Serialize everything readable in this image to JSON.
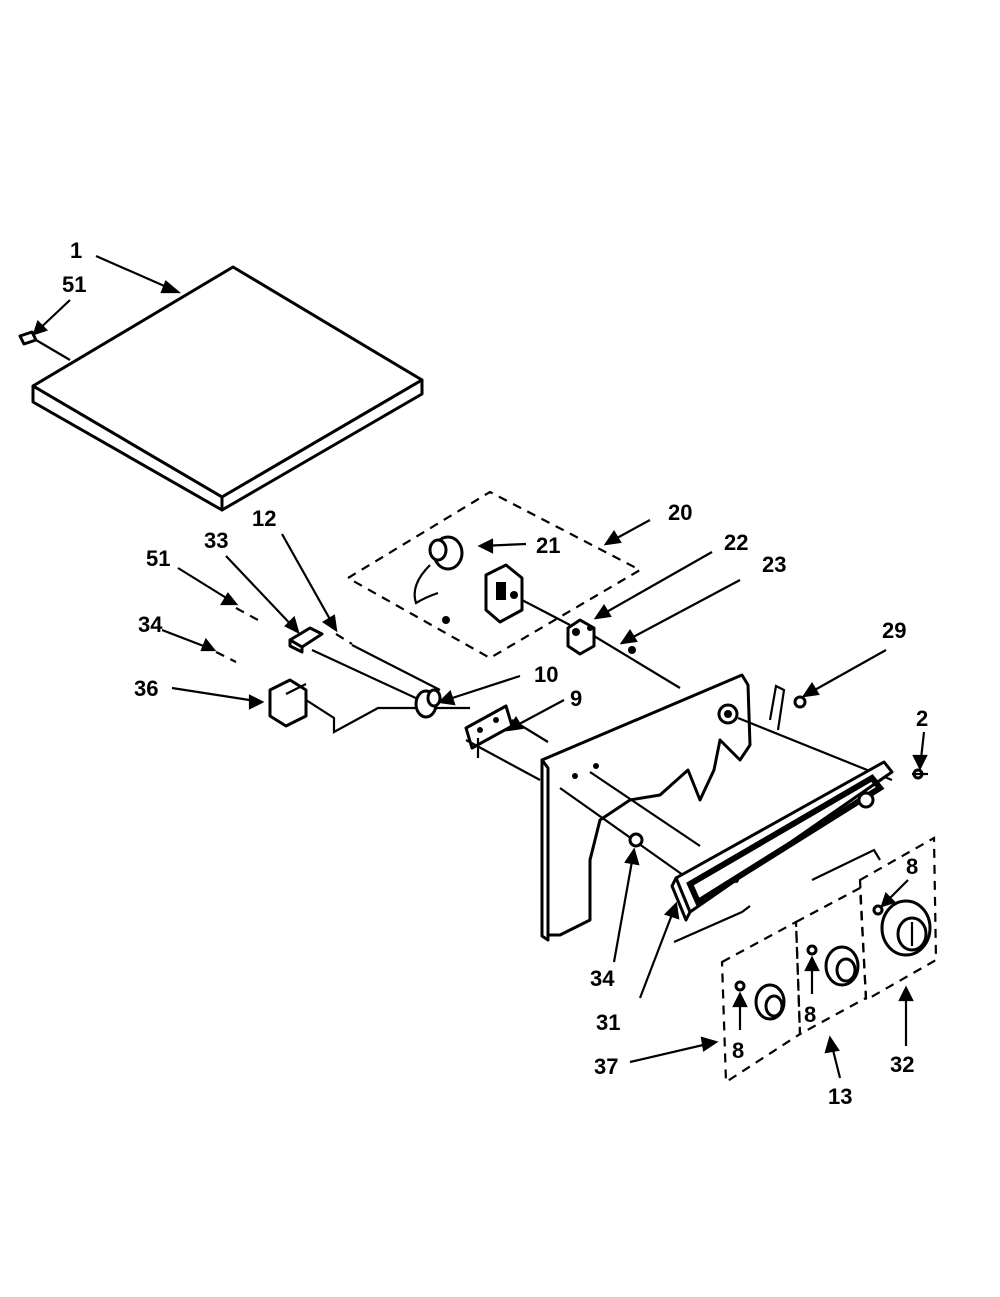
{
  "diagram": {
    "part_labels": {
      "p1": "1",
      "p51a": "51",
      "p20": "20",
      "p21": "21",
      "p22": "22",
      "p23": "23",
      "p33": "33",
      "p12": "12",
      "p51b": "51",
      "p34a": "34",
      "p36": "36",
      "p10": "10",
      "p9": "9",
      "p29": "29",
      "p2": "2",
      "p8a": "8",
      "p8b": "8",
      "p8c": "8",
      "p34b": "34",
      "p31": "31",
      "p37": "37",
      "p13": "13",
      "p32": "32"
    }
  }
}
